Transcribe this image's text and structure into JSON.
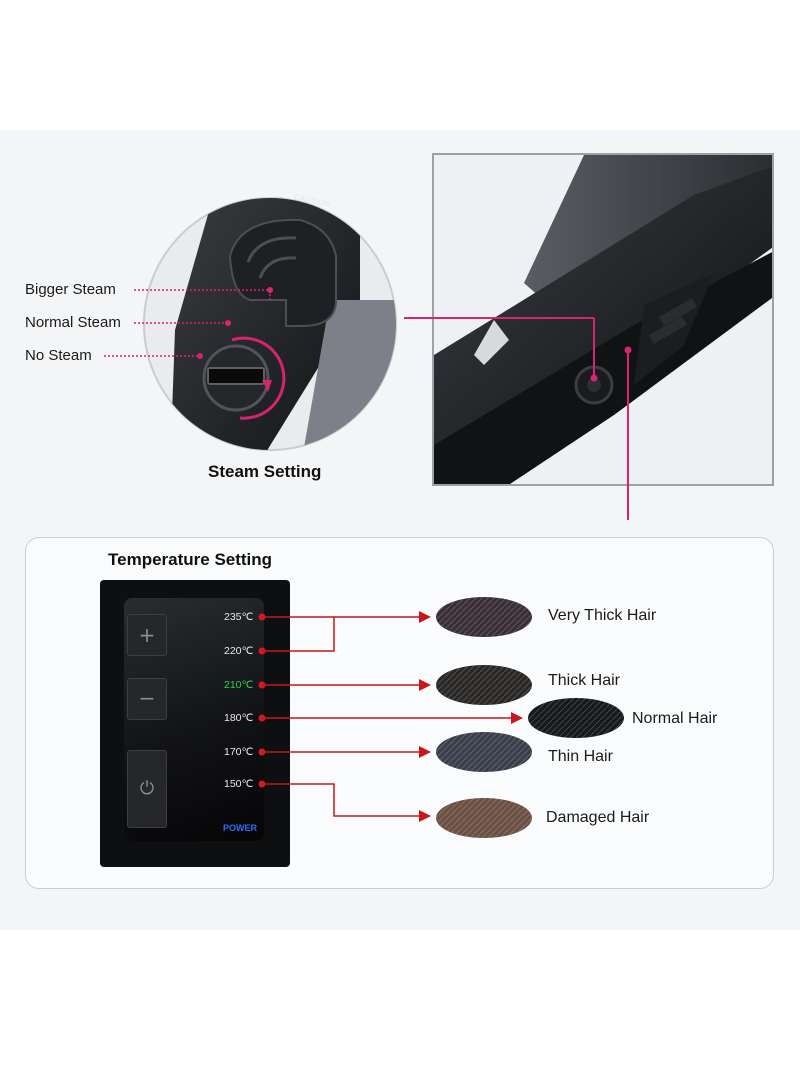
{
  "steam": {
    "caution": "CAUTION",
    "bigger": "Bigger Steam",
    "normal": "Normal Steam",
    "none": "No Steam",
    "title": "Steam Setting"
  },
  "temperature": {
    "title": "Temperature Setting",
    "settings": [
      {
        "label": "235℃",
        "hair": "Very Thick Hair"
      },
      {
        "label": "220℃",
        "hair": "Very Thick Hair"
      },
      {
        "label": "210℃",
        "hair": "Thick Hair"
      },
      {
        "label": "180℃",
        "hair": "Normal Hair"
      },
      {
        "label": "170℃",
        "hair": "Thin Hair"
      },
      {
        "label": "150℃",
        "hair": "Damaged Hair"
      }
    ],
    "power": "POWER",
    "active_color": "#2fd44a"
  },
  "hair_types": [
    "Very Thick Hair",
    "Thick Hair",
    "Normal Hair",
    "Thin Hair",
    "Damaged Hair"
  ],
  "icons": [
    "plus-icon",
    "minus-icon",
    "power-icon"
  ],
  "colors": {
    "accent": "#d6246e",
    "arrow": "#c8161d",
    "power": "#2f6cff"
  }
}
